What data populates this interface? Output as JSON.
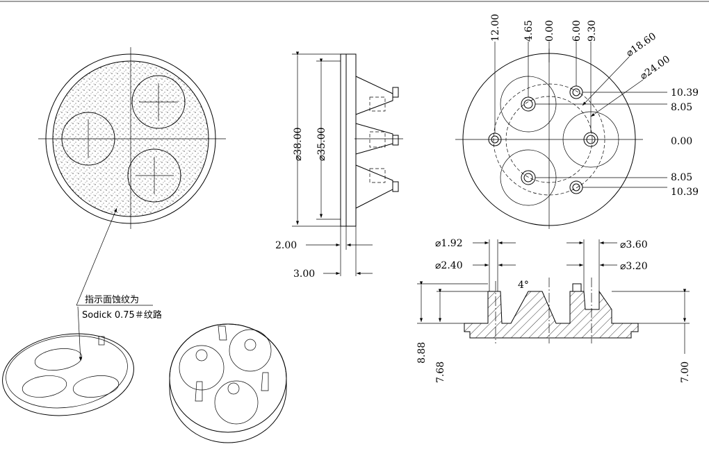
{
  "note": {
    "line1": "指示面蚀纹为",
    "line2": "Sodick 0.75＃纹路"
  },
  "side_view": {
    "outer_dia": "⌀38.00",
    "inner_dia": "⌀35.00",
    "thk_a": "2.00",
    "thk_b": "3.00"
  },
  "top_view": {
    "x_dims": [
      "12.00",
      "4.65",
      "0.00",
      "6.00",
      "9.30"
    ],
    "dia_a": "⌀18.60",
    "dia_b": "⌀24.00",
    "y_dims": [
      "10.39",
      "8.05",
      "0.00",
      "8.05",
      "10.39"
    ]
  },
  "section_view": {
    "d1": "⌀1.92",
    "d2": "⌀2.40",
    "d3": "⌀3.60",
    "d4": "⌀3.20",
    "angle": "4°",
    "h1": "8.88",
    "h2": "7.68",
    "h3": "7.00"
  }
}
